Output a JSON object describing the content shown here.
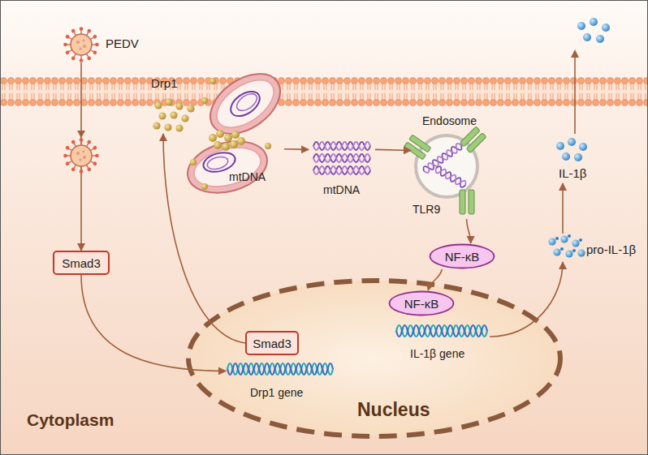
{
  "diagram": {
    "nodes": [
      {
        "text": [
          "PEDV"
        ]
      },
      {
        "text": [
          "Drp1"
        ]
      },
      {
        "text": [
          "mtDNA"
        ]
      },
      {
        "text": [
          "mtDNA"
        ]
      },
      {
        "text": [
          "Endosome",
          "TLR9"
        ]
      },
      {
        "text": [
          "NF-κB"
        ]
      },
      {
        "text": [
          "pro-IL-1β"
        ]
      },
      {
        "text": [
          "IL-1β"
        ]
      },
      {
        "text": [
          "Smad3"
        ]
      },
      {
        "text": [
          "Nucleus"
        ]
      },
      {
        "text": [
          "Smad3"
        ],
        "in": 9
      },
      {
        "text": [
          "Drp1 gene"
        ],
        "in": 9
      },
      {
        "text": [
          "NF-κB"
        ],
        "in": 9
      },
      {
        "text": [
          "IL-1β gene"
        ],
        "in": 9
      }
    ],
    "edges": [
      {
        "from": 0,
        "to": 8,
        "arrow": "to"
      },
      {
        "from": 8,
        "to": 11,
        "arrow": "to"
      },
      {
        "from": 10,
        "to": 1,
        "arrow": "to"
      },
      {
        "from": 2,
        "to": 3,
        "arrow": "to"
      },
      {
        "from": 3,
        "to": 4,
        "arrow": "to"
      },
      {
        "from": 4,
        "to": 5,
        "arrow": "to"
      },
      {
        "from": 5,
        "to": 12,
        "arrow": "to"
      },
      {
        "from": 13,
        "to": 6,
        "arrow": "to"
      },
      {
        "from": 6,
        "to": 7,
        "arrow": "to"
      }
    ],
    "labels": [
      "Cytoplasm"
    ]
  }
}
